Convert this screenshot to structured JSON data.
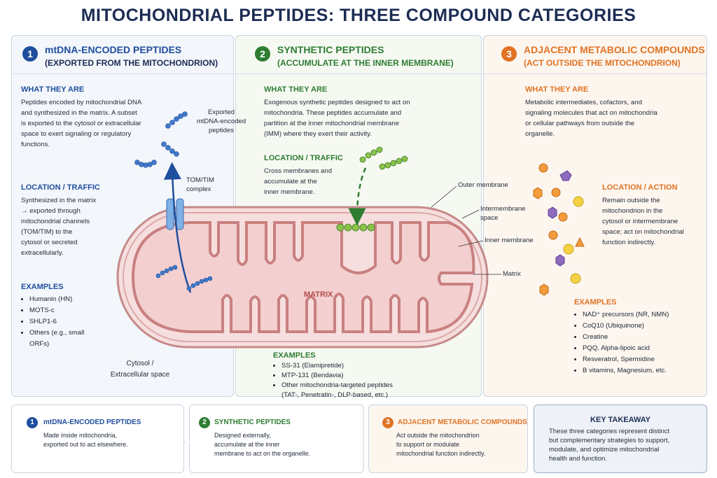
{
  "title": "MITOCHONDRIAL PEPTIDES: THREE COMPOUND CATEGORIES",
  "colors": {
    "blue": "#1f4e9e",
    "green": "#2e7d32",
    "orange": "#e07324",
    "navy": "#1c2c54"
  },
  "panels": [
    {
      "number": "1",
      "title": "mtDNA-ENCODED PEPTIDES",
      "subtitle": "(EXPORTED FROM THE MITOCHONDRION)",
      "what_heading": "WHAT THEY ARE",
      "what_lines": [
        "Peptides encoded by mitochondrial DNA",
        "and synthesized in the matrix. A subset",
        "is exported to the cytosol or extracellular",
        "space to exert signaling or regulatory",
        "functions."
      ],
      "loc_heading": "LOCATION / TRAFFIC",
      "loc_lines": [
        "Synthesized in the matrix",
        "→ exported through",
        "mitochondrial channels",
        "(TOM/TIM) to the",
        "cytosol or secreted",
        "extracellularly."
      ],
      "examples_heading": "EXAMPLES",
      "examples": [
        "Humanin (HN)",
        "MOTS-c",
        "SHLP1-6",
        "Others (e.g., small",
        "ORFs)"
      ]
    },
    {
      "number": "2",
      "title": "SYNTHETIC PEPTIDES",
      "subtitle": "(ACCUMULATE AT THE INNER MEMBRANE)",
      "what_heading": "WHAT THEY ARE",
      "what_lines": [
        "Exogenous synthetic peptides designed to act on",
        "mitochondria. These peptides accumulate and",
        "partition at the inner mitochondrial membrane",
        "(IMM) where they exert their activity."
      ],
      "loc_heading": "LOCATION / TRAFFIC",
      "loc_lines": [
        "Cross membranes and",
        "accumulate at the",
        "inner membrane."
      ],
      "examples_heading": "EXAMPLES",
      "examples": [
        "SS-31 (Elamipretide)",
        "MTP-131 (Bendavia)",
        "Other mitochondria-targeted peptides",
        "(TAT-, Penetratin-, DLP-based, etc.)"
      ]
    },
    {
      "number": "3",
      "title": "ADJACENT METABOLIC COMPOUNDS",
      "subtitle": "(ACT OUTSIDE THE MITOCHONDRION)",
      "what_heading": "WHAT THEY ARE",
      "what_lines": [
        "Metabolic intermediates, cofactors, and",
        "signaling molecules that act on mitochondria",
        "or cellular pathways from outside the",
        "organelle."
      ],
      "loc_heading": "LOCATION / ACTION",
      "loc_lines": [
        "Remain outside the",
        "mitochondrion in the",
        "cytosol or intermembrane",
        "space; act on mitochondrial",
        "function indirectly."
      ],
      "examples_heading": "EXAMPLES",
      "examples": [
        "NAD⁺ precursors (NR, NMN)",
        "CoQ10 (Ubiquinone)",
        "Creatine",
        "PQQ, Alpha-lipoic acid",
        "Resveratrol, Spermidine",
        "B vitamins, Magnesium, etc."
      ]
    }
  ],
  "diagram": {
    "exported_label": [
      "Exported",
      "mtDNA-encoded",
      "peptides"
    ],
    "tomtim_label": [
      "TOM/TIM",
      "complex"
    ],
    "cytosol_label": [
      "Cytosol /",
      "Extracellular space"
    ],
    "outer_membrane": "Outer membrane",
    "intermembrane": [
      "Intermembrane",
      "space"
    ],
    "inner_membrane": "Inner membrane",
    "matrix_pointer": "Matrix",
    "matrix_label": "MATRIX"
  },
  "summary": [
    {
      "number": "1",
      "title": "mtDNA-ENCODED PEPTIDES",
      "lines": [
        "Made inside mitochondria,",
        "exported out to act elsewhere."
      ]
    },
    {
      "number": "2",
      "title": "SYNTHETIC PEPTIDES",
      "lines": [
        "Designed externally,",
        "accumulate at the inner",
        "membrane to act on the organelle."
      ]
    },
    {
      "number": "3",
      "title": "ADJACENT METABOLIC COMPOUNDS",
      "lines": [
        "Act outside the mitochondrion",
        "to support or modulate",
        "mitochondrial function indirectly."
      ]
    }
  ],
  "takeaway": {
    "title": "KEY TAKEAWAY",
    "lines": [
      "These three categories represent distinct",
      "but complementary strategies to support,",
      "modulate, and optimize mitochondrial",
      "health and function."
    ]
  }
}
